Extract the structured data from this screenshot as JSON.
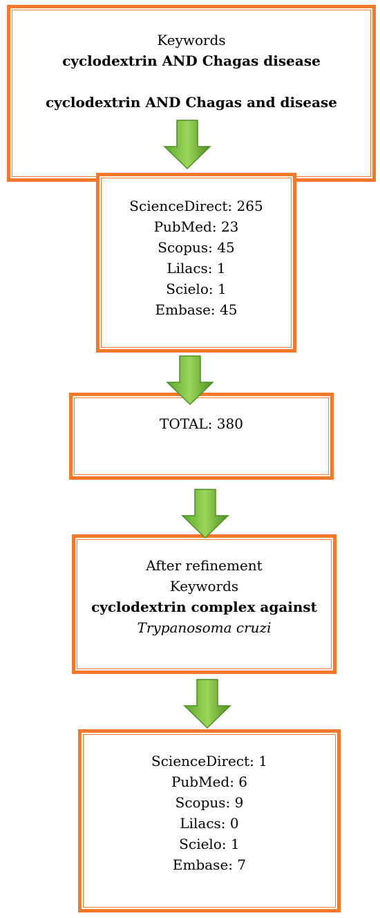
{
  "colors": {
    "border": "#f4792a",
    "arrow_fill": "#6fbe3a",
    "arrow_stroke": "#4d8f23"
  },
  "icons": {
    "arrow": "green-down-arrow-icon"
  },
  "box1": {
    "line1": "Keywords",
    "line2": "cyclodextrin AND Chagas disease",
    "line3": "cyclodextrin AND Chagas and disease"
  },
  "box2": {
    "items": [
      "ScienceDirect: 265",
      "PubMed: 23",
      "Scopus: 45",
      "Lilacs: 1",
      "Scielo: 1",
      "Embase: 45"
    ]
  },
  "box3": {
    "total": "TOTAL: 380"
  },
  "box4": {
    "line1": "After refinement",
    "line2": "Keywords",
    "line3": "cyclodextrin complex against",
    "line4": "Trypanosoma cruzi"
  },
  "box5": {
    "items": [
      "ScienceDirect: 1",
      "PubMed: 6",
      "Scopus: 9",
      "Lilacs: 0",
      "Scielo: 1",
      "Embase: 7"
    ]
  }
}
